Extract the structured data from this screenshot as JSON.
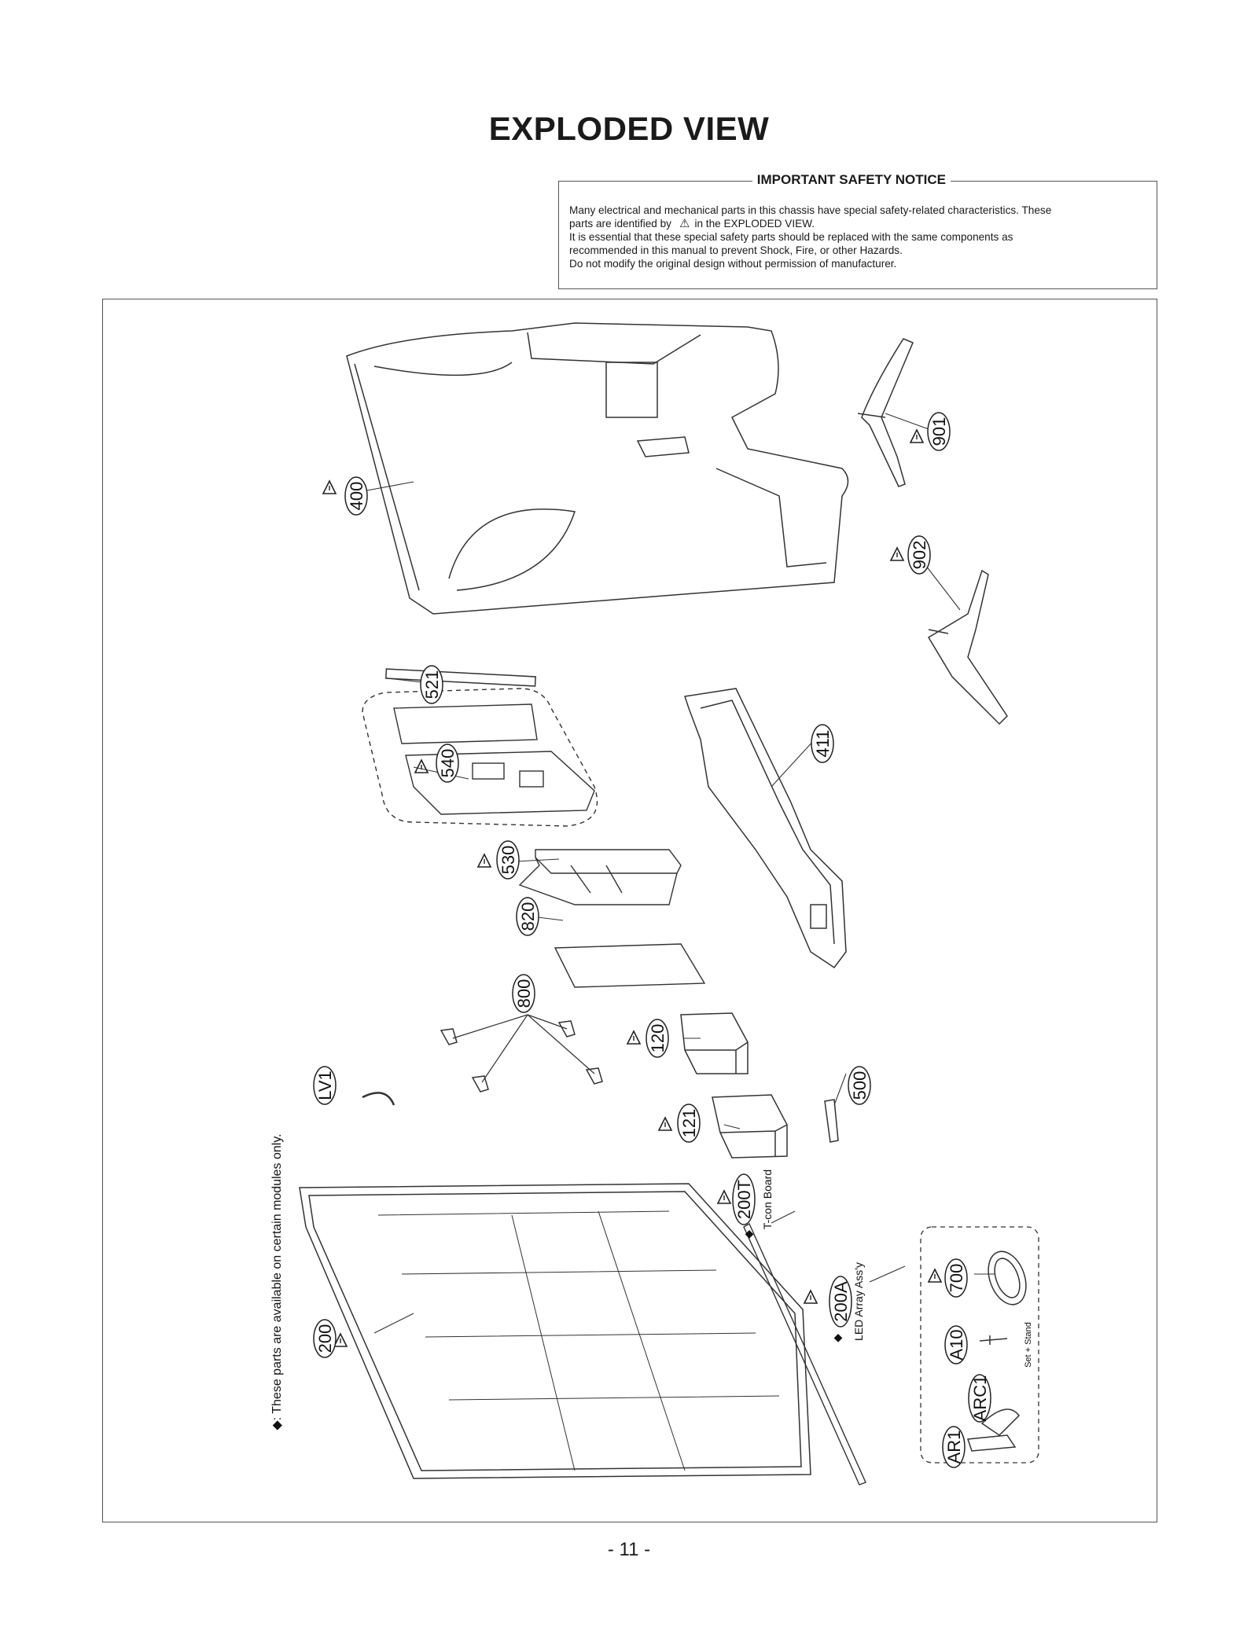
{
  "page": {
    "title": "EXPLODED VIEW",
    "page_number": "- 11 -"
  },
  "notice": {
    "title": "IMPORTANT SAFETY NOTICE",
    "line1": "Many electrical and mechanical parts in this chassis have special safety-related characteristics. These",
    "line2a": "parts are identified by",
    "line2b": "in the EXPLODED VIEW.",
    "line3": "It is essential that these special safety parts should be replaced with the same components as",
    "line4": "recommended in this manual to prevent Shock, Fire, or other Hazards.",
    "line5": "Do not modify the original design without permission of manufacturer."
  },
  "diagram": {
    "footnote": ": These parts are available on certain modules only.",
    "parts": [
      {
        "id": "400",
        "safety": true
      },
      {
        "id": "901",
        "safety": true
      },
      {
        "id": "902",
        "safety": true
      },
      {
        "id": "521",
        "safety": false
      },
      {
        "id": "540",
        "safety": true
      },
      {
        "id": "411",
        "safety": false
      },
      {
        "id": "530",
        "safety": true
      },
      {
        "id": "820",
        "safety": false
      },
      {
        "id": "800",
        "safety": false
      },
      {
        "id": "120",
        "safety": true
      },
      {
        "id": "LV1",
        "safety": false
      },
      {
        "id": "500",
        "safety": false
      },
      {
        "id": "121",
        "safety": true
      },
      {
        "id": "200T",
        "safety": true,
        "note": "T-con Board"
      },
      {
        "id": "200A",
        "safety": true,
        "note": "LED Array Ass'y"
      },
      {
        "id": "200",
        "safety": true
      },
      {
        "id": "700",
        "safety": true
      },
      {
        "id": "A10",
        "safety": false,
        "note": "Set + Stand"
      },
      {
        "id": "ARC1",
        "safety": false
      },
      {
        "id": "AR1",
        "safety": false
      }
    ]
  }
}
